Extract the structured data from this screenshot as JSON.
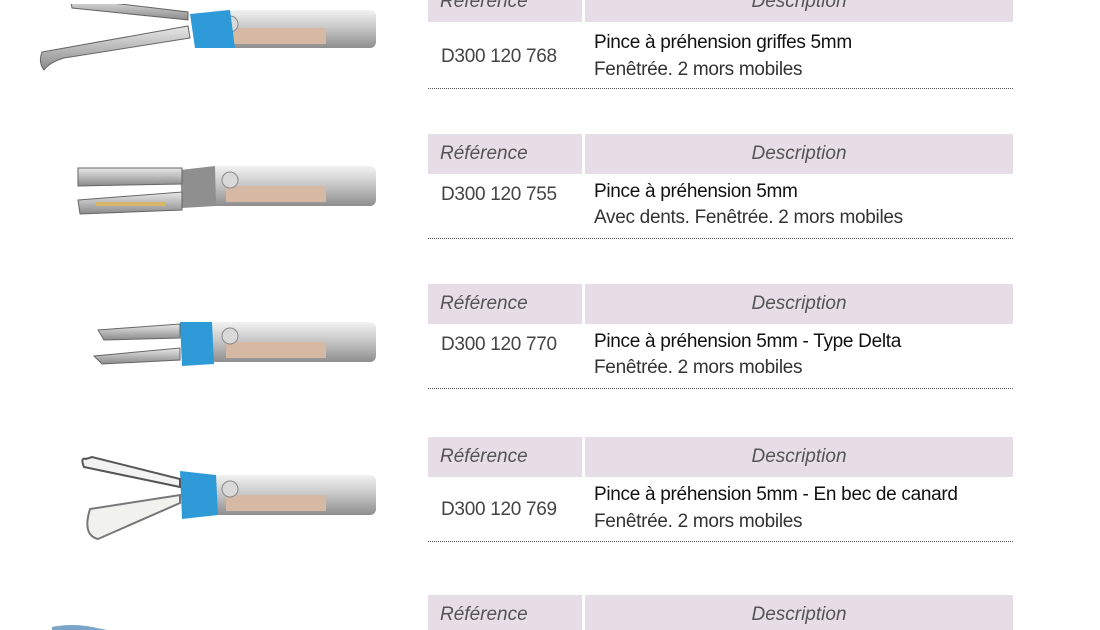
{
  "table_headers": {
    "reference": "Référence",
    "description": "Description"
  },
  "products": [
    {
      "reference": "D300 120 768",
      "title": "Pince à préhension griffes 5mm",
      "subtitle": "Fenêtrée. 2 mors mobiles",
      "jaw_color": "#2f9ad8",
      "jaw_style": "claw"
    },
    {
      "reference": "D300 120 755",
      "title": "Pince à préhension 5mm",
      "subtitle": "Avec dents. Fenêtrée. 2 mors mobiles",
      "jaw_color": "#8f8f8f",
      "jaw_style": "teeth"
    },
    {
      "reference": "D300 120 770",
      "title": "Pince à préhension 5mm - Type Delta",
      "subtitle": "Fenêtrée. 2 mors mobiles",
      "jaw_color": "#2f9ad8",
      "jaw_style": "delta"
    },
    {
      "reference": "D300 120 769",
      "title": "Pince à préhension 5mm - En bec de canard",
      "subtitle": "Fenêtrée. 2 mors mobiles",
      "jaw_color": "#2f9ad8",
      "jaw_style": "duckbill"
    }
  ]
}
